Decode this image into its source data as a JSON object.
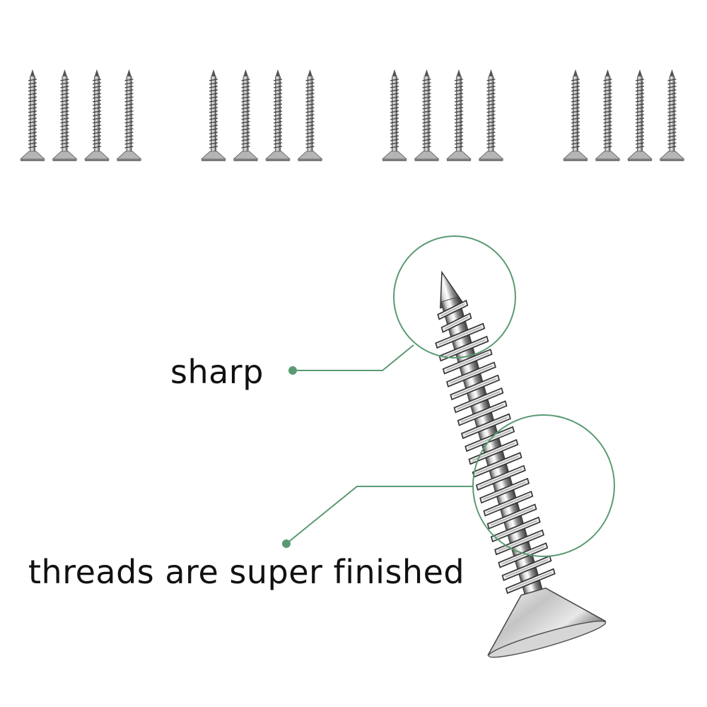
{
  "image": {
    "description_type": "product photo",
    "background_color": "#ffffff"
  },
  "screw_rows": {
    "groups": 4,
    "screws_per_group": 4,
    "total_screws": 16
  },
  "callouts": [
    {
      "id": "sharp",
      "label": "sharp",
      "target": "screw tip"
    },
    {
      "id": "threads",
      "label": "threads are super finished",
      "target": "screw threads"
    }
  ],
  "colors": {
    "accent_green": "#5a9a72",
    "metal_light": "#eeeeee",
    "metal_mid": "#a6a6a6",
    "metal_dark": "#3a3a3a",
    "text": "#111111"
  }
}
